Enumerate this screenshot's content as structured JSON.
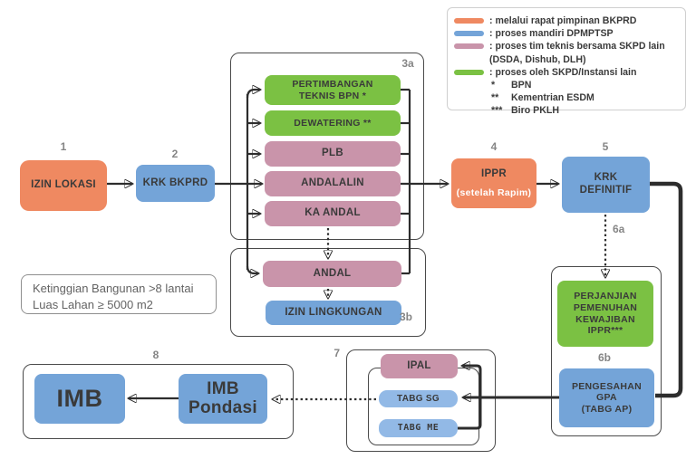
{
  "colors": {
    "orange": "#EF8961",
    "blue": "#74A4D8",
    "light_blue": "#92B9E6",
    "pink": "#C994AA",
    "green": "#7BC143",
    "line_dark": "#2d2d2d",
    "label_gray": "#858585"
  },
  "legend": {
    "items": [
      {
        "color": "#EF8961",
        "chip": "orange-chip",
        "text": ": melalui rapat pimpinan BKPRD",
        "text2": ""
      },
      {
        "color": "#74A4D8",
        "chip": "blue-chip",
        "text": ": proses mandiri DPMPTSP",
        "text2": ""
      },
      {
        "color": "#C994AA",
        "chip": "pink-chip",
        "text": ": proses tim teknis bersama SKPD lain",
        "text2": "(DSDA, Dishub, DLH)"
      },
      {
        "color": "#7BC143",
        "chip": "green-chip",
        "text": ": proses oleh SKPD/Instansi lain",
        "text2": ""
      }
    ],
    "notes": [
      {
        "marker": "*",
        "text": "BPN"
      },
      {
        "marker": "**",
        "text": "Kementrian ESDM"
      },
      {
        "marker": "***",
        "text": "Biro PKLH"
      }
    ]
  },
  "note_box": {
    "line1": "Ketinggian Bangunan >8 lantai",
    "line2": "Luas Lahan ≥ 5000 m2"
  },
  "steps": {
    "s1": "1",
    "s2": "2",
    "s3a": "3a",
    "s3b": "3b",
    "s4": "4",
    "s5": "5",
    "s6a": "6a",
    "s6b": "6b",
    "s7": "7",
    "s8": "8"
  },
  "nodes": {
    "izin_lokasi": "IZIN LOKASI",
    "krk_bkprd": "KRK BKPRD",
    "pertimbangan": "PERTIMBANGAN\nTEKNIS BPN *",
    "dewatering": "DEWATERING **",
    "plb": "PLB",
    "andalalin": "ANDALALIN",
    "ka_andal": "KA ANDAL",
    "andal": "ANDAL",
    "izin_lingkungan": "IZIN LINGKUNGAN",
    "ippr_title": "IPPR",
    "ippr_sub": "(setelah Rapim)",
    "krk_definitif": "KRK\nDEFINITIF",
    "perjanjian": "PERJANJIAN\nPEMENUHAN\nKEWAJIBAN\nIPPR***",
    "pengesahan": "PENGESAHAN\nGPA\n(TABG AP)",
    "ipal": "IPAL",
    "tabg_sg": "TABG SG",
    "tabg_me": "TABG ME",
    "imb": "IMB",
    "imb_pondasi": "IMB\nPondasi"
  }
}
